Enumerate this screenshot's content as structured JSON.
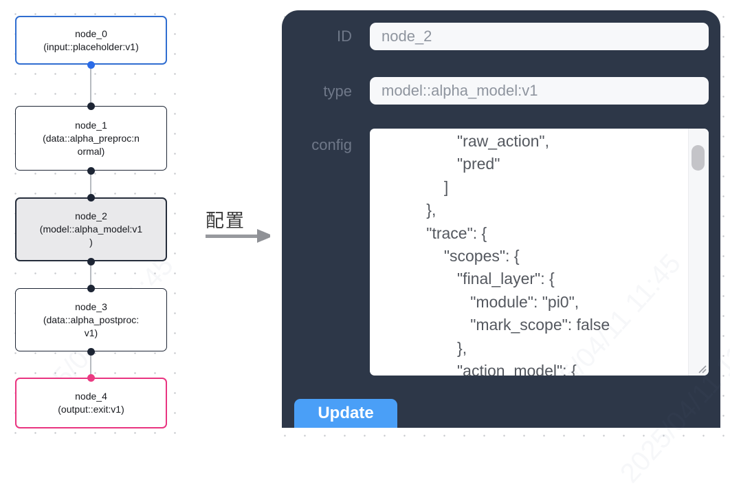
{
  "colors": {
    "panel_bg": "#2d3748",
    "button_blue": "#4a9ff7",
    "node_selected_bg": "#e9e9eb",
    "input_node_accent": "#2f6dd0",
    "output_node_accent": "#e93480",
    "node_border_dark": "#1d2534",
    "edge_gray": "#b6bac0"
  },
  "nodes": [
    {
      "id": "node_0",
      "type": "input::placeholder:v1",
      "lines": [
        "node_0",
        "(input::placeholder:v1)"
      ]
    },
    {
      "id": "node_1",
      "type": "data::alpha_preproc:normal",
      "lines": [
        "node_1",
        "(data::alpha_preproc:n",
        "ormal)"
      ]
    },
    {
      "id": "node_2",
      "type": "model::alpha_model:v1",
      "lines": [
        "node_2",
        "(model::alpha_model:v1",
        ")"
      ]
    },
    {
      "id": "node_3",
      "type": "data::alpha_postproc:v1",
      "lines": [
        "node_3",
        "(data::alpha_postproc:",
        "v1)"
      ]
    },
    {
      "id": "node_4",
      "type": "output::exit:v1",
      "lines": [
        "node_4",
        "(output::exit:v1)"
      ]
    }
  ],
  "edges": [
    {
      "from": "node_0",
      "to": "node_1"
    },
    {
      "from": "node_1",
      "to": "node_2"
    },
    {
      "from": "node_2",
      "to": "node_3"
    },
    {
      "from": "node_3",
      "to": "node_4"
    }
  ],
  "transfer": {
    "label": "配置"
  },
  "panel": {
    "id_label": "ID",
    "id_value": "node_2",
    "type_label": "type",
    "type_value": "model::alpha_model:v1",
    "config_label": "config",
    "config_value": "                  \"raw_action\",\n                  \"pred\"\n               ]\n           },\n           \"trace\": {\n               \"scopes\": {\n                  \"final_layer\": {\n                     \"module\": \"pi0\",\n                     \"mark_scope\": false\n                  },\n                  \"action_model\": {",
    "update_label": "Update"
  },
  "watermark": {
    "text": "2025/04/11 11:45"
  }
}
